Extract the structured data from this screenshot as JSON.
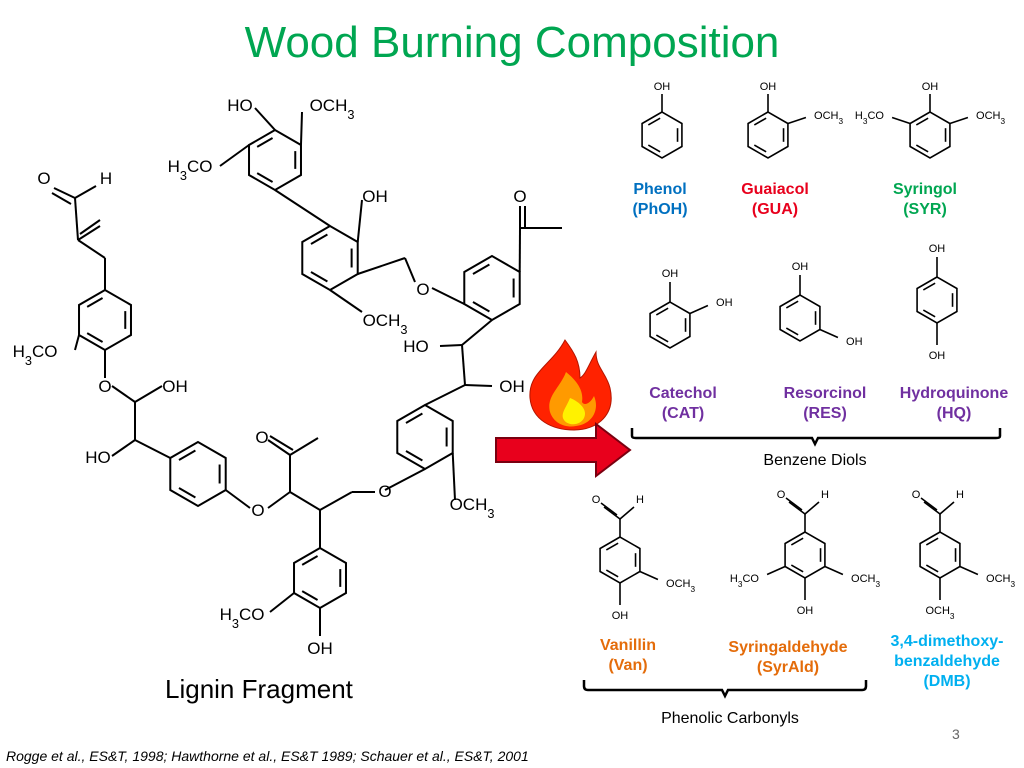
{
  "title": "Wood Burning Composition",
  "colors": {
    "title": "#00a651",
    "phenol": "#0070c0",
    "guaiacol": "#e8001c",
    "syringol": "#00a651",
    "diols": "#7030a0",
    "vanillin": "#e46c0a",
    "syringaldehyde": "#e46c0a",
    "dmb": "#00b0f0",
    "arrow": "#e8001c"
  },
  "lignin": {
    "label": "Lignin Fragment",
    "atoms": {
      "ho1": "HO",
      "och3_1": "OCH3",
      "h3co_1": "H3CO",
      "oh_1": "OH",
      "o_alde": "O",
      "h_alde": "H",
      "o_acetyl_top": "O",
      "h3co_left": "H3CO",
      "o_ether_left": "O",
      "oh_left": "OH",
      "ho_left": "HO",
      "o_ether_mid": "O",
      "och3_mid": "OCH3",
      "ho_mid": "HO",
      "oh_mid": "OH",
      "o_ketone": "O",
      "o_ether_bottom": "O",
      "o_ether_right": "O",
      "och3_right": "OCH3",
      "h3co_bottom": "H3CO",
      "oh_bottom": "OH"
    }
  },
  "icons": {
    "fire": "fire-icon",
    "arrow": "right-arrow-icon"
  },
  "compounds": {
    "phenol": {
      "name": "Phenol",
      "abbr": "(PhOH)",
      "sub": [
        "OH"
      ]
    },
    "guaiacol": {
      "name": "Guaiacol",
      "abbr": "(GUA)",
      "sub": [
        "OH",
        "OCH3"
      ]
    },
    "syringol": {
      "name": "Syringol",
      "abbr": "(SYR)",
      "sub": [
        "OH",
        "H3CO",
        "OCH3"
      ]
    },
    "catechol": {
      "name": "Catechol",
      "abbr": "(CAT)",
      "sub": [
        "OH",
        "OH"
      ]
    },
    "resorcinol": {
      "name": "Resorcinol",
      "abbr": "(RES)",
      "sub": [
        "OH",
        "OH"
      ]
    },
    "hydroquinone": {
      "name": "Hydroquinone",
      "abbr": "(HQ)",
      "sub": [
        "OH",
        "OH"
      ]
    },
    "vanillin": {
      "name": "Vanillin",
      "abbr": "(Van)",
      "sub": [
        "O",
        "H",
        "OCH3",
        "OH"
      ]
    },
    "syringaldehyde": {
      "name": "Syringaldehyde",
      "abbr": "(SyrAld)",
      "sub": [
        "O",
        "H",
        "H3CO",
        "OCH3",
        "OH"
      ]
    },
    "dmb": {
      "name1": "3,4-dimethoxy-",
      "name2": "benzaldehyde",
      "abbr": "(DMB)",
      "sub": [
        "O",
        "H",
        "OCH3",
        "OCH3"
      ]
    }
  },
  "groups": {
    "benzene_diols": "Benzene Diols",
    "phenolic_carbonyls": "Phenolic Carbonyls"
  },
  "citation": "Rogge et al., ES&T, 1998; Hawthorne et al., ES&T 1989; Schauer et al., ES&T, 2001",
  "page_number": "3"
}
